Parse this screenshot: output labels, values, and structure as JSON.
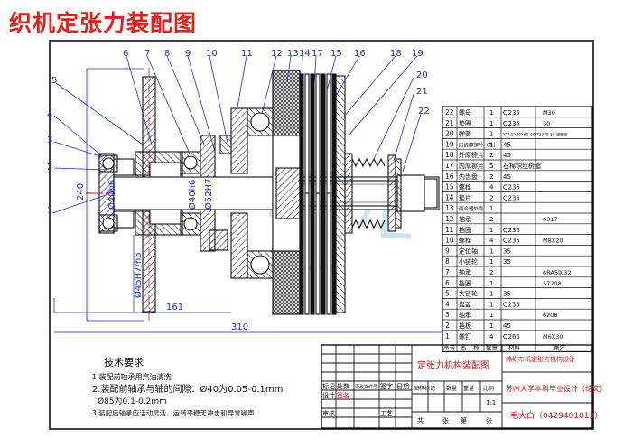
{
  "title": "织机定张力装配图",
  "balloons": [
    "1",
    "2",
    "3",
    "4",
    "5",
    "6",
    "7",
    "8",
    "9",
    "10",
    "11",
    "12",
    "13",
    "14",
    "15",
    "16",
    "17",
    "18",
    "19",
    "20",
    "21",
    "22"
  ],
  "dimensions": {
    "d1": "Ø40h6",
    "d2": "Ø40h6",
    "d3": "Ø52H7",
    "d4": "Ø45H7/h6",
    "height": "240",
    "len161": "161",
    "len310": "310"
  },
  "bom": {
    "header": [
      "序号",
      "名",
      "称",
      "数量",
      "材料",
      "备注"
    ],
    "rows": [
      [
        "22",
        "螺母",
        "1",
        "Q235",
        "M30"
      ],
      [
        "21",
        "垫圈",
        "1",
        "Q235",
        "30"
      ],
      [
        "20",
        "弹簧",
        "1",
        "YA4.5X30X60-GB/T2089-80-弹簧钢",
        ""
      ],
      [
        "19",
        "内齿摩擦片（外）",
        "1",
        "45",
        ""
      ],
      [
        "18",
        "外摩擦片",
        "2",
        "45",
        ""
      ],
      [
        "17",
        "内摩擦片",
        "5",
        "石棉铜丝树脂",
        ""
      ],
      [
        "16",
        "内齿盘",
        "2",
        "45",
        ""
      ],
      [
        "15",
        "螺栓",
        "4",
        "Q235",
        ""
      ],
      [
        "14",
        "垫片",
        "2",
        "Q235",
        ""
      ],
      [
        "13",
        "两合器外壳",
        "1",
        "",
        ""
      ],
      [
        "12",
        "轴承",
        "2",
        "",
        "6317"
      ],
      [
        "11",
        "挡圈",
        "1",
        "Q235",
        ""
      ],
      [
        "10",
        "螺栓",
        "4",
        "Q235",
        "M8X20"
      ],
      [
        "9",
        "定位轴",
        "1",
        "35",
        ""
      ],
      [
        "8",
        "小链轮",
        "1",
        "35",
        ""
      ],
      [
        "7",
        "轴承",
        "2",
        "",
        "6RA59/32"
      ],
      [
        "6",
        "挡圈",
        "1",
        "",
        "57208"
      ],
      [
        "5",
        "大链轮",
        "1",
        "35",
        ""
      ],
      [
        "4",
        "盘盖",
        "1",
        "Q235",
        ""
      ],
      [
        "3",
        "轴承",
        "1",
        "",
        "6208"
      ],
      [
        "2",
        "挡板",
        "1",
        "45",
        ""
      ],
      [
        "1",
        "螺钉",
        "4",
        "Q265",
        "M6X30"
      ]
    ]
  },
  "title_block": {
    "drawing_name": "定张力机构装配图",
    "project": "纬织布机定张力机构设计",
    "school": "苏州大学本科毕业设计（论文）",
    "student": "毛大白（0429401013）",
    "labels_row1": [
      "标记",
      "处数",
      "更改文件号",
      "签字",
      "日期"
    ],
    "labels_row2": [
      "设计",
      "签名"
    ],
    "labels_row3": [
      "审核",
      "工艺"
    ],
    "labels_row4": [
      "图样标记",
      "数量",
      "重量",
      "比例"
    ],
    "sheet_info": [
      "共",
      "张",
      "第",
      "张"
    ],
    "scale": "1:1"
  },
  "tech_req": {
    "heading": "技术要求",
    "items": [
      "1.装配前轴承用汽油清洗",
      "2.装配前轴承与轴的间隙：Ø40为0.05-0.1mm",
      "Ø85为0.1-0.2mm",
      "3.装配后轴承应活动灵活，运转平稳无冲击和异常噪声"
    ]
  },
  "watermark": "coc.com"
}
